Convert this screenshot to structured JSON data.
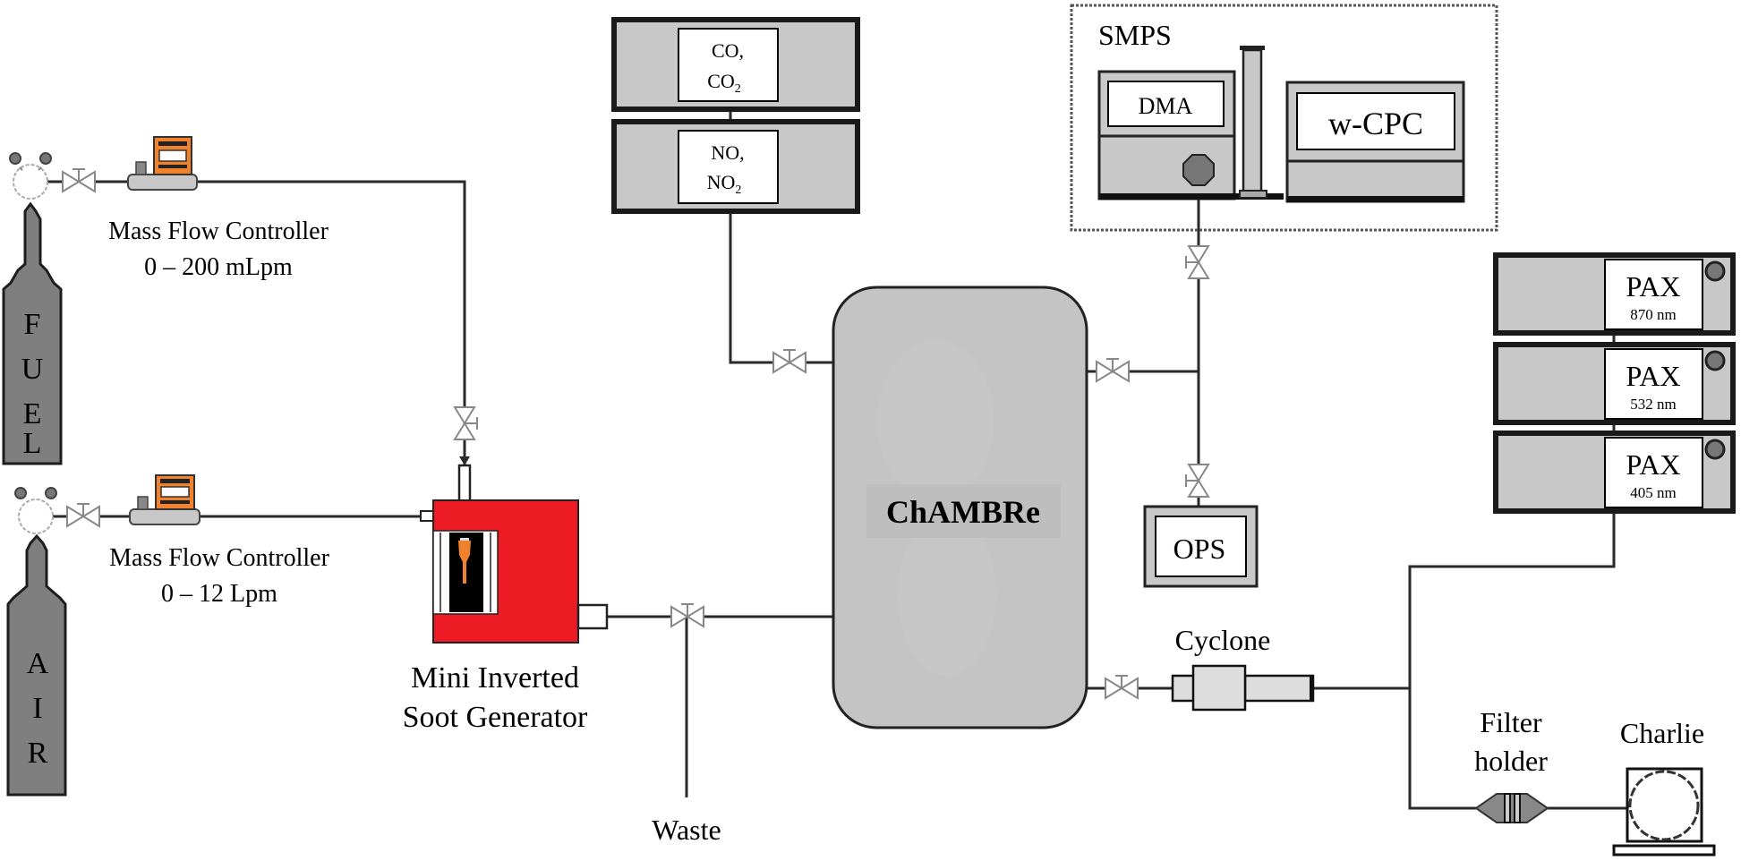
{
  "diagram": {
    "fuel_cylinder": {
      "letters": [
        "F",
        "U",
        "E",
        "L"
      ]
    },
    "air_cylinder": {
      "letters": [
        "A",
        "I",
        "R"
      ]
    },
    "fuel_mfc": {
      "line1": "Mass Flow Controller",
      "line2": "0 – 200 mLpm"
    },
    "air_mfc": {
      "line1": "Mass Flow Controller",
      "line2": "0 – 12 Lpm"
    },
    "soot_generator": {
      "line1": "Mini Inverted",
      "line2": "Soot Generator"
    },
    "waste": {
      "label": "Waste"
    },
    "gas_analyzers": [
      {
        "line1": "CO,",
        "line2_main": "CO",
        "line2_sub": "2"
      },
      {
        "line1": "NO,",
        "line2_main": "NO",
        "line2_sub": "2"
      }
    ],
    "chamber": {
      "label": "ChAMBRe"
    },
    "smps": {
      "label": "SMPS",
      "dma": "DMA",
      "cpc": "w-CPC"
    },
    "ops": {
      "label": "OPS"
    },
    "cyclone": {
      "label": "Cyclone"
    },
    "pax": [
      {
        "label": "PAX",
        "wavelength": "870 nm"
      },
      {
        "label": "PAX",
        "wavelength": "532 nm"
      },
      {
        "label": "PAX",
        "wavelength": "405 nm"
      }
    ],
    "filter_holder": {
      "line1": "Filter",
      "line2": "holder"
    },
    "charlie": {
      "label": "Charlie"
    },
    "colors": {
      "soot_generator": "#ed1c24",
      "mfc_display": "#f0822d",
      "cylinder": "#7f7f7f",
      "device_panel": "#c8c8c8",
      "chamber": "#c4c4c4"
    }
  }
}
